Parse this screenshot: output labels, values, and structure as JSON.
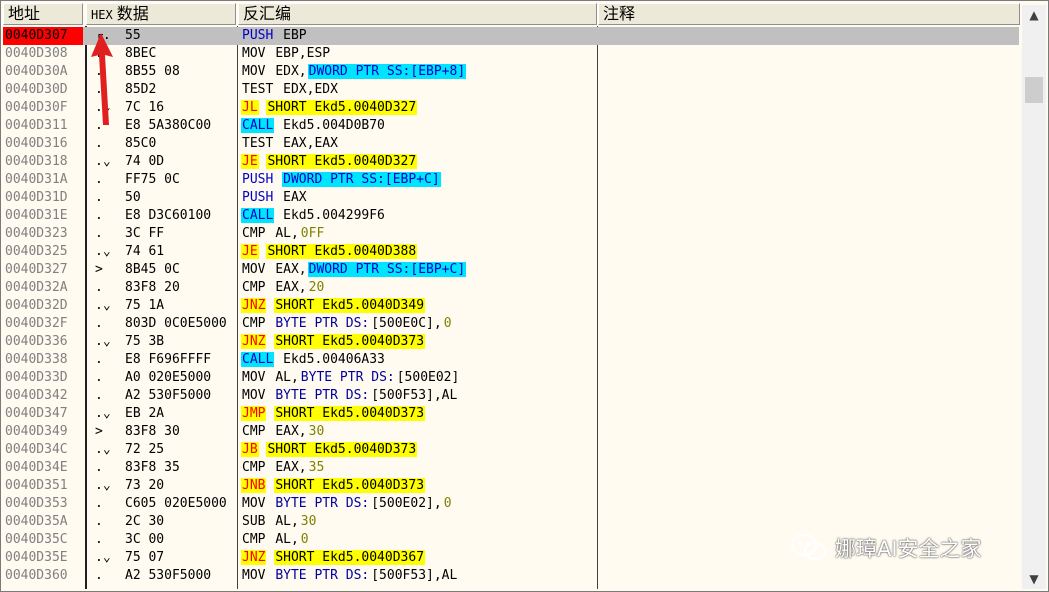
{
  "headers": {
    "address": "地址",
    "hex_small": "HEX",
    "hex": "数据",
    "disasm": "反汇编",
    "comment": "注释"
  },
  "rows": [
    {
      "addr": "0040D307",
      "mark": "┌.",
      "hex": "55",
      "mn": "PUSH",
      "mt": "push",
      "ops": [
        [
          "EBP",
          "plain"
        ]
      ]
    },
    {
      "addr": "0040D308",
      "mark": ".",
      "hex": "8BEC",
      "mn": "MOV",
      "mt": "plain",
      "ops": [
        [
          "EBP,ESP",
          "plain"
        ]
      ]
    },
    {
      "addr": "0040D30A",
      "mark": ".",
      "hex": "8B55 08",
      "mn": "MOV",
      "mt": "plain",
      "ops": [
        [
          "EDX,",
          "plain"
        ],
        [
          "DWORD PTR SS:[EBP+8]",
          "mem"
        ]
      ]
    },
    {
      "addr": "0040D30D",
      "mark": ".",
      "hex": "85D2",
      "mn": "TEST",
      "mt": "plain",
      "ops": [
        [
          "EDX,EDX",
          "plain"
        ]
      ]
    },
    {
      "addr": "0040D30F",
      "mark": ".⌄",
      "hex": "7C 16",
      "mn": "JL",
      "mt": "jcc",
      "ops": [
        [
          "SHORT Ekd5.0040D327",
          "jmp"
        ]
      ]
    },
    {
      "addr": "0040D311",
      "mark": ".",
      "hex": "E8 5A380C00",
      "mn": "CALL",
      "mt": "call",
      "ops": [
        [
          "Ekd5.004D0B70",
          "call"
        ]
      ]
    },
    {
      "addr": "0040D316",
      "mark": ".",
      "hex": "85C0",
      "mn": "TEST",
      "mt": "plain",
      "ops": [
        [
          "EAX,EAX",
          "plain"
        ]
      ]
    },
    {
      "addr": "0040D318",
      "mark": ".⌄",
      "hex": "74 0D",
      "mn": "JE",
      "mt": "jcc",
      "ops": [
        [
          "SHORT Ekd5.0040D327",
          "jmp"
        ]
      ]
    },
    {
      "addr": "0040D31A",
      "mark": ".",
      "hex": "FF75 0C",
      "mn": "PUSH",
      "mt": "push",
      "ops": [
        [
          "DWORD PTR SS:[EBP+C]",
          "mem"
        ]
      ]
    },
    {
      "addr": "0040D31D",
      "mark": ".",
      "hex": "50",
      "mn": "PUSH",
      "mt": "push",
      "ops": [
        [
          "EAX",
          "plain"
        ]
      ]
    },
    {
      "addr": "0040D31E",
      "mark": ".",
      "hex": "E8 D3C60100",
      "mn": "CALL",
      "mt": "call",
      "ops": [
        [
          "Ekd5.004299F6",
          "call"
        ]
      ]
    },
    {
      "addr": "0040D323",
      "mark": ".",
      "hex": "3C FF",
      "mn": "CMP",
      "mt": "plain",
      "ops": [
        [
          "AL,",
          "plain"
        ],
        [
          "0FF",
          "num"
        ]
      ]
    },
    {
      "addr": "0040D325",
      "mark": ".⌄",
      "hex": "74 61",
      "mn": "JE",
      "mt": "jcc",
      "ops": [
        [
          "SHORT Ekd5.0040D388",
          "jmp"
        ]
      ]
    },
    {
      "addr": "0040D327",
      "mark": ">",
      "hex": "8B45 0C",
      "mn": "MOV",
      "mt": "plain",
      "ops": [
        [
          "EAX,",
          "plain"
        ],
        [
          "DWORD PTR SS:[EBP+C]",
          "mem"
        ]
      ]
    },
    {
      "addr": "0040D32A",
      "mark": ".",
      "hex": "83F8 20",
      "mn": "CMP",
      "mt": "plain",
      "ops": [
        [
          "EAX,",
          "plain"
        ],
        [
          "20",
          "num"
        ]
      ]
    },
    {
      "addr": "0040D32D",
      "mark": ".⌄",
      "hex": "75 1A",
      "mn": "JNZ",
      "mt": "jcc",
      "ops": [
        [
          "SHORT Ekd5.0040D349",
          "jmp"
        ]
      ]
    },
    {
      "addr": "0040D32F",
      "mark": ".",
      "hex": "803D 0C0E5000",
      "mn": "CMP",
      "mt": "plain",
      "ops": [
        [
          "BYTE PTR DS:",
          "kw"
        ],
        [
          "[500E0C],",
          "plain"
        ],
        [
          "0",
          "num"
        ]
      ]
    },
    {
      "addr": "0040D336",
      "mark": ".⌄",
      "hex": "75 3B",
      "mn": "JNZ",
      "mt": "jcc",
      "ops": [
        [
          "SHORT Ekd5.0040D373",
          "jmp"
        ]
      ]
    },
    {
      "addr": "0040D338",
      "mark": ".",
      "hex": "E8 F696FFFF",
      "mn": "CALL",
      "mt": "call",
      "ops": [
        [
          "Ekd5.00406A33",
          "call"
        ]
      ]
    },
    {
      "addr": "0040D33D",
      "mark": ".",
      "hex": "A0 020E5000",
      "mn": "MOV",
      "mt": "plain",
      "ops": [
        [
          "AL,",
          "plain"
        ],
        [
          "BYTE PTR DS:",
          "kw"
        ],
        [
          "[500E02]",
          "plain"
        ]
      ]
    },
    {
      "addr": "0040D342",
      "mark": ".",
      "hex": "A2 530F5000",
      "mn": "MOV",
      "mt": "plain",
      "ops": [
        [
          "BYTE PTR DS:",
          "kw"
        ],
        [
          "[500F53],AL",
          "plain"
        ]
      ]
    },
    {
      "addr": "0040D347",
      "mark": ".⌄",
      "hex": "EB 2A",
      "mn": "JMP",
      "mt": "jmp",
      "ops": [
        [
          "SHORT Ekd5.0040D373",
          "jmp"
        ]
      ]
    },
    {
      "addr": "0040D349",
      "mark": ">",
      "hex": "83F8 30",
      "mn": "CMP",
      "mt": "plain",
      "ops": [
        [
          "EAX,",
          "plain"
        ],
        [
          "30",
          "num"
        ]
      ]
    },
    {
      "addr": "0040D34C",
      "mark": ".⌄",
      "hex": "72 25",
      "mn": "JB",
      "mt": "jcc",
      "ops": [
        [
          "SHORT Ekd5.0040D373",
          "jmp"
        ]
      ]
    },
    {
      "addr": "0040D34E",
      "mark": ".",
      "hex": "83F8 35",
      "mn": "CMP",
      "mt": "plain",
      "ops": [
        [
          "EAX,",
          "plain"
        ],
        [
          "35",
          "num"
        ]
      ]
    },
    {
      "addr": "0040D351",
      "mark": ".⌄",
      "hex": "73 20",
      "mn": "JNB",
      "mt": "jcc",
      "ops": [
        [
          "SHORT Ekd5.0040D373",
          "jmp"
        ]
      ]
    },
    {
      "addr": "0040D353",
      "mark": ".",
      "hex": "C605 020E5000",
      "mn": "MOV",
      "mt": "plain",
      "ops": [
        [
          "BYTE PTR DS:",
          "kw"
        ],
        [
          "[500E02],",
          "plain"
        ],
        [
          "0",
          "num"
        ]
      ]
    },
    {
      "addr": "0040D35A",
      "mark": ".",
      "hex": "2C 30",
      "mn": "SUB",
      "mt": "plain",
      "ops": [
        [
          "AL,",
          "plain"
        ],
        [
          "30",
          "num"
        ]
      ]
    },
    {
      "addr": "0040D35C",
      "mark": ".",
      "hex": "3C 00",
      "mn": "CMP",
      "mt": "plain",
      "ops": [
        [
          "AL,",
          "plain"
        ],
        [
          "0",
          "num"
        ]
      ]
    },
    {
      "addr": "0040D35E",
      "mark": ".⌄",
      "hex": "75 07",
      "mn": "JNZ",
      "mt": "jcc",
      "ops": [
        [
          "SHORT Ekd5.0040D367",
          "jmp"
        ]
      ]
    },
    {
      "addr": "0040D360",
      "mark": ".",
      "hex": "A2 530F5000",
      "mn": "MOV",
      "mt": "plain",
      "ops": [
        [
          "BYTE PTR DS:",
          "kw"
        ],
        [
          "[500F53],AL",
          "plain"
        ]
      ]
    }
  ],
  "selected_row": 0,
  "watermark": "娜璋AI安全之家",
  "colors": {
    "selected_addr_bg": "#ff0000",
    "jump_highlight": "#ffff00",
    "call_highlight": "#00e5ff",
    "row_select": "#c0c0c0"
  },
  "icons": {
    "scroll_up": "▲",
    "scroll_down": "▼",
    "annotation": "red-arrow-icon",
    "watermark_logo": "wechat-icon"
  }
}
